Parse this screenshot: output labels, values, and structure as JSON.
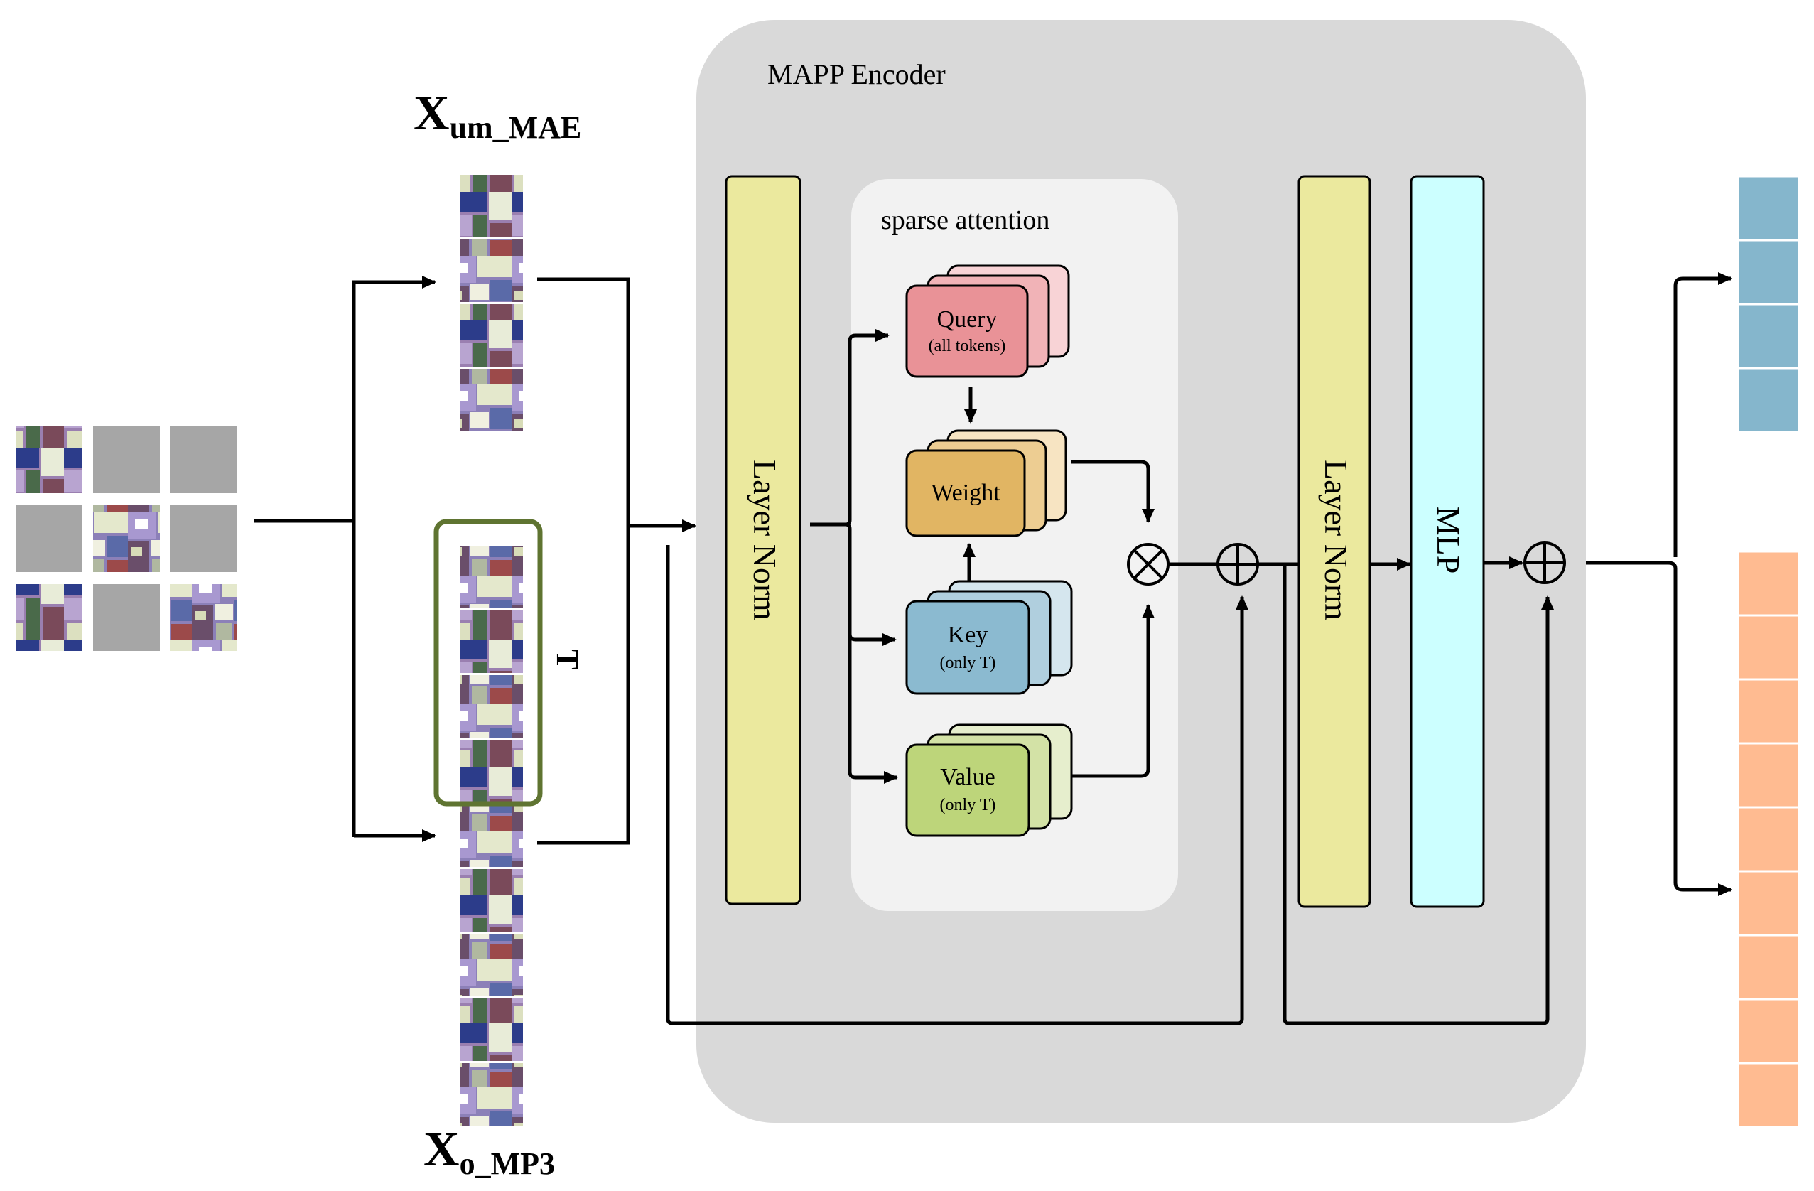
{
  "labels": {
    "x_um_main": "X",
    "x_um_sub": "um_MAE",
    "x_o_main": "X",
    "x_o_sub": "o_MP3",
    "t": "T"
  },
  "encoder": {
    "title": "MAPP Encoder",
    "layer_norm_1": "Layer Norm",
    "layer_norm_2": "Layer Norm",
    "mlp": "MLP",
    "sparse_attention": {
      "title": "sparse attention",
      "query": "Query",
      "query_sub": "(all tokens)",
      "weight": "Weight",
      "key": "Key",
      "key_sub": "(only T)",
      "value": "Value",
      "value_sub": "(only T)"
    }
  },
  "colors": {
    "encoder_bg": "#d9d9d9",
    "attention_bg": "#f2f2f2",
    "layer_norm": "#ebe99e",
    "mlp": "#ccffff",
    "query": "#e99297",
    "weight": "#e1b563",
    "key": "#8bbad0",
    "value": "#bdd57a",
    "output_top": "#85b6cc",
    "output_bottom": "#ffbb91",
    "t_frame": "#5f7431",
    "masked_patch": "#a6a6a6"
  }
}
